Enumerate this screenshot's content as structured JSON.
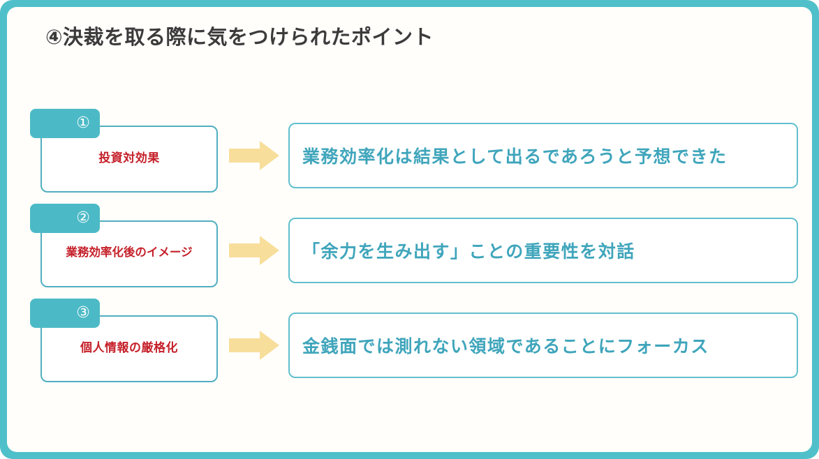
{
  "slide": {
    "title": "④決裁を取る際に気をつけられたポイント",
    "frame_color": "#4fc0c9",
    "background_color": "#fffefb"
  },
  "theme": {
    "tab_fill": "#4cbac6",
    "tab_number_color": "#ffffff",
    "left_card_border": "#51aec0",
    "left_label_color": "#c5202a",
    "right_card_border": "#62bfcd",
    "right_label_color": "#3fa5bb",
    "arrow_fill": "#f8de9b",
    "title_color": "#3b3b3b"
  },
  "rows": [
    {
      "number": "①",
      "topic": "投資対効果",
      "arrow": "right-arrow-icon",
      "statement": "業務効率化は結果として出るであろうと予想できた"
    },
    {
      "number": "②",
      "topic": "業務効率化後のイメージ",
      "arrow": "right-arrow-icon",
      "statement": "「余力を生み出す」ことの重要性を対話"
    },
    {
      "number": "③",
      "topic": "個人情報の厳格化",
      "arrow": "right-arrow-icon",
      "statement": "金銭面では測れない領域であることにフォーカス"
    }
  ]
}
